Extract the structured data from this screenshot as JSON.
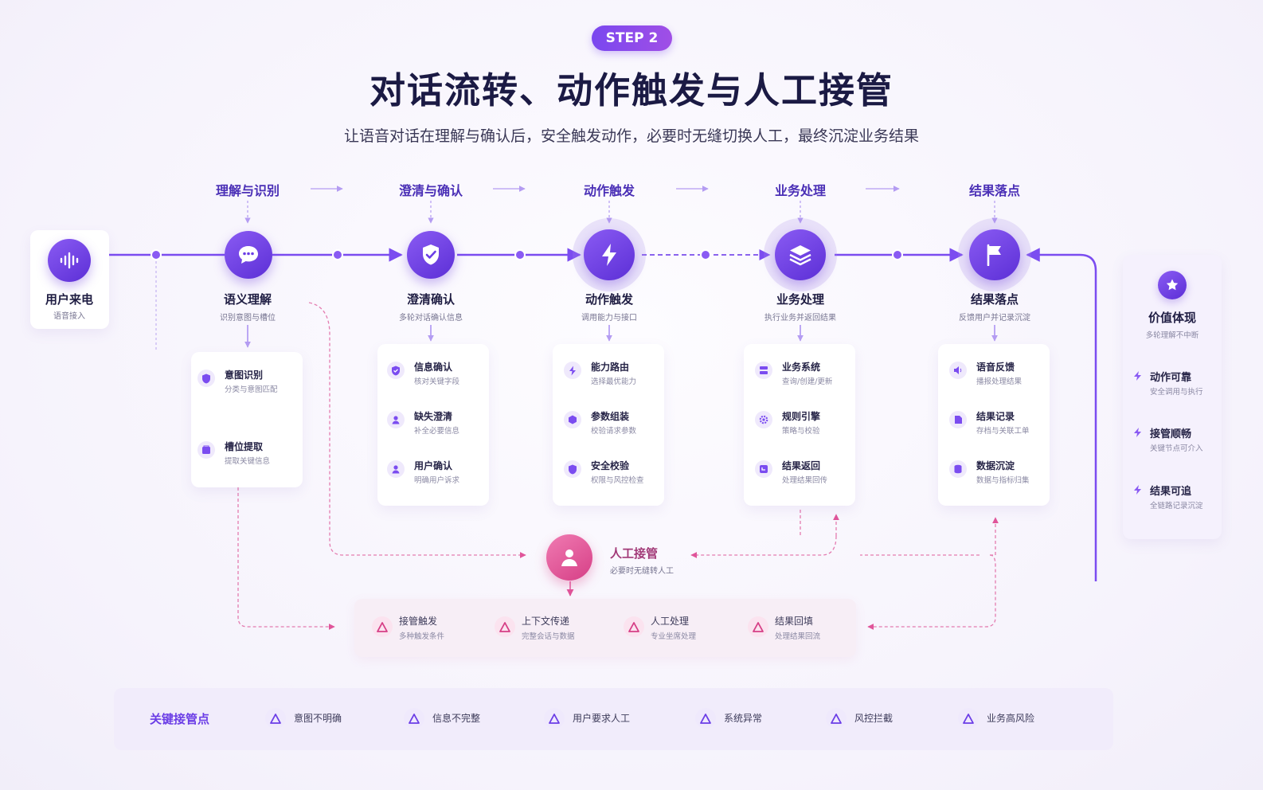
{
  "badge": "STEP 2",
  "title": "对话流转、动作触发与人工接管",
  "subtitle": "让语音对话在理解与确认后，安全触发动作，必要时无缝切换人工，最终沉淀业务结果",
  "heads": [
    "理解与识别",
    "澄清与确认",
    "动作触发",
    "业务处理",
    "结果落点"
  ],
  "entry": {
    "label": "用户来电",
    "sub": "语音接入"
  },
  "steps": [
    {
      "label": "语义理解",
      "sub": "识别意图与槽位"
    },
    {
      "label": "澄清确认",
      "sub": "多轮对话确认信息"
    },
    {
      "label": "动作触发",
      "sub": "调用能力与接口"
    },
    {
      "label": "业务处理",
      "sub": "执行业务并返回结果"
    },
    {
      "label": "结果落点",
      "sub": "反馈用户并记录沉淀"
    }
  ],
  "subs": [
    [
      {
        "t": "意图识别",
        "s": "分类与意图匹配"
      },
      {
        "t": "槽位提取",
        "s": "提取关键信息"
      }
    ],
    [
      {
        "t": "信息确认",
        "s": "核对关键字段"
      },
      {
        "t": "缺失澄清",
        "s": "补全必要信息"
      },
      {
        "t": "用户确认",
        "s": "明确用户诉求"
      }
    ],
    [
      {
        "t": "能力路由",
        "s": "选择最优能力"
      },
      {
        "t": "参数组装",
        "s": "校验请求参数"
      },
      {
        "t": "安全校验",
        "s": "权限与风控检查"
      }
    ],
    [
      {
        "t": "业务系统",
        "s": "查询/创建/更新"
      },
      {
        "t": "规则引擎",
        "s": "策略与校验"
      },
      {
        "t": "结果返回",
        "s": "处理结果回传"
      }
    ],
    [
      {
        "t": "语音反馈",
        "s": "播报处理结果"
      },
      {
        "t": "结果记录",
        "s": "存档与关联工单"
      },
      {
        "t": "数据沉淀",
        "s": "数据与指标归集"
      }
    ]
  ],
  "value": {
    "title": "价值体现",
    "sub": "多轮理解不中断",
    "items": [
      {
        "t": "动作可靠",
        "s": "安全调用与执行"
      },
      {
        "t": "接管顺畅",
        "s": "关键节点可介入"
      },
      {
        "t": "结果可追",
        "s": "全链路记录沉淀"
      }
    ]
  },
  "human": {
    "title": "人工接管",
    "sub": "必要时无缝转人工"
  },
  "handoff": [
    {
      "t": "接管触发",
      "s": "多种触发条件"
    },
    {
      "t": "上下文传递",
      "s": "完整会话与数据"
    },
    {
      "t": "人工处理",
      "s": "专业坐席处理"
    },
    {
      "t": "结果回填",
      "s": "处理结果回流"
    }
  ],
  "keypoints": {
    "label": "关键接管点",
    "items": [
      "意图不明确",
      "信息不完整",
      "用户要求人工",
      "系统异常",
      "风控拦截",
      "业务高风险"
    ]
  },
  "colors": {
    "primary": "#6b3de6",
    "pink": "#e0559a",
    "title": "#1b1a44"
  },
  "icons": {
    "entry": "waveform-icon",
    "steps": [
      "chat-bubble-icon",
      "shield-check-icon",
      "lightning-icon",
      "layers-icon",
      "flag-icon"
    ],
    "value": "star-icon",
    "human": "person-icon",
    "handoff": "warning-triangle-icon"
  }
}
